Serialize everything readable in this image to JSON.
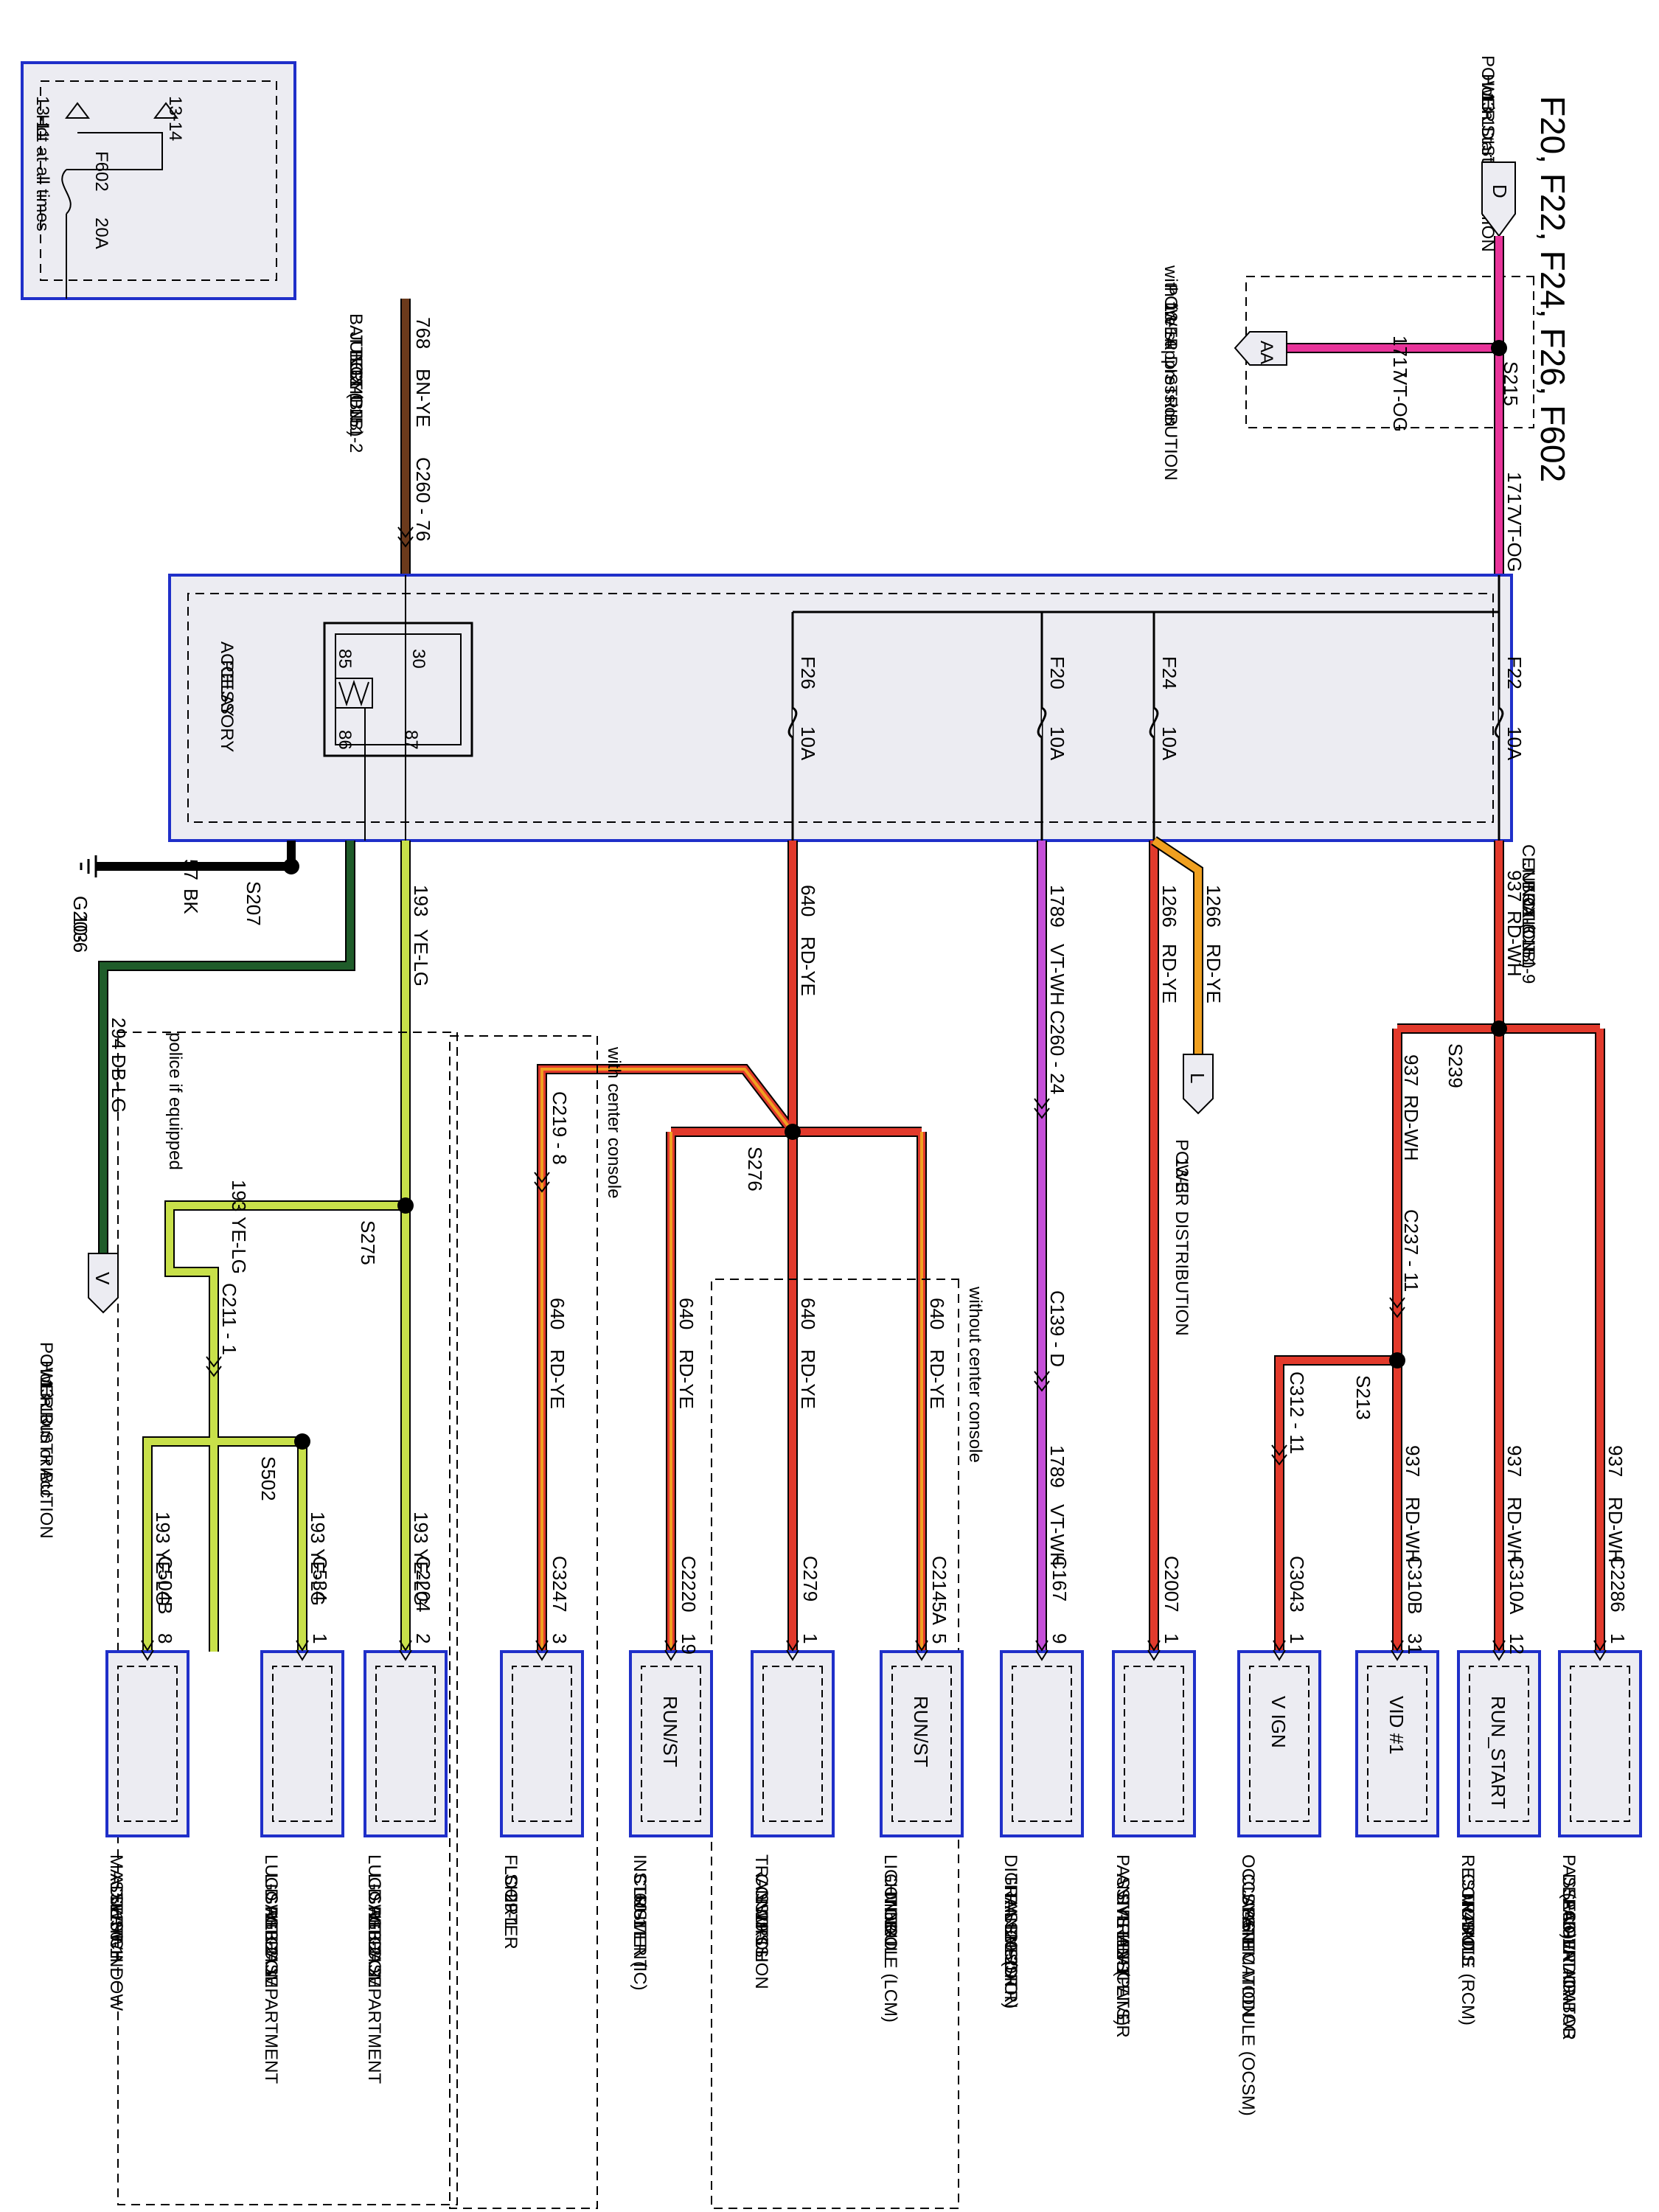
{
  "title": "F20, F22, F24, F26, F602",
  "colors": {
    "bn_ye": "#6b3a1c",
    "vt_og": "#e8349a",
    "rd_wh": "#e23a2c",
    "rd_ye": "#f0a020",
    "vt_wh": "#c54fd8",
    "ye_lg": "#c8e04a",
    "db_lg": "#1f5c2a",
    "bk": "#000000",
    "box_border": "#1f2fc9",
    "box_fill": "#ececf2"
  },
  "bjb": {
    "hot_label": "Hot at all times",
    "ref1": "13-11",
    "ref2": "13-14",
    "fuse": "F602",
    "amps": "20A",
    "name": [
      "BATTERY",
      "JUNCTION",
      "BOX (BJB)",
      "11-1    151-2"
    ]
  },
  "power_d": {
    "letter": "D",
    "text": [
      "POWER DISTRIBUTION",
      "Hot in Start or Run",
      "13-1"
    ]
  },
  "fire": {
    "text": [
      "with fire suppression",
      "POWER DISTRIBUTION",
      "13-14"
    ],
    "letter": "AA",
    "circuit": "1717",
    "color": "VT-OG",
    "splice": "S215"
  },
  "feed": {
    "circuit": "1717",
    "color": "VT-OG"
  },
  "bjb_wire": {
    "circuit": "768",
    "color": "BN-YE",
    "connector": "C260 - 76"
  },
  "cjb": {
    "name": [
      "CENTRAL",
      "JUNCTION",
      "BOX (CJB)",
      "11-3    151-9"
    ],
    "relay": [
      "ACCESSORY",
      "RELAY"
    ],
    "pins": [
      "30",
      "85",
      "86",
      "87"
    ],
    "fuses": [
      {
        "name": "F22",
        "amps": "10A"
      },
      {
        "name": "F24",
        "amps": "10A"
      },
      {
        "name": "F20",
        "amps": "10A"
      },
      {
        "name": "F26",
        "amps": "10A"
      }
    ]
  },
  "f22": {
    "circuit": "937",
    "color": "RD-WH",
    "splice1": "S239",
    "splice2": "S213",
    "conn1": "C237 - 11",
    "conn2": "C312 - 11"
  },
  "f24": {
    "circuit": "1266",
    "color": "RD-YE",
    "l_letter": "L",
    "l_text": [
      "POWER DISTRIBUTION",
      "13-3"
    ]
  },
  "f20": {
    "circuit": "1789",
    "color": "VT-WH",
    "conn1": "C260 - 24",
    "conn2": "C139 - D"
  },
  "f26": {
    "circuit": "640",
    "color": "RD-YE",
    "splice": "S276",
    "conn": "C219 - 8",
    "note_center": "with center console",
    "note_without": "without center console"
  },
  "relay_out": {
    "circuit": "193",
    "color": "YE-LG",
    "splice1": "S275",
    "splice2": "S502",
    "conn": "C211 - 1",
    "note": "police if equipped"
  },
  "ground": {
    "circuit": "57",
    "color": "BK",
    "splice": "S207",
    "g": "G203",
    "ref": "10-6"
  },
  "wire294": {
    "circuit": "294",
    "color": "DB-LG",
    "letter": "V",
    "text": [
      "POWER DISTRIBUTION",
      "Hot in Run or Acc",
      "13-13"
    ]
  },
  "modules": [
    {
      "pin": "1",
      "connector": "C2286",
      "inner": "",
      "name": [
        "PASSENGER AIR BAG",
        "DEACTIVATION",
        "(PAD) INDICATOR",
        "46-1"
      ]
    },
    {
      "pin": "12",
      "connector": "C310A",
      "inner": "RUN_START",
      "name": [
        "RESTRAINTS",
        "CONTROL",
        "MODULE (RCM)",
        "46-1"
      ]
    },
    {
      "pin": "31",
      "connector": "C310B",
      "inner": "VID #1",
      "name": []
    },
    {
      "pin": "1",
      "connector": "C3043",
      "inner": "V IGN",
      "name": [
        "OCCUPANT",
        "CLASSIFICATION",
        "SYSTEM MODULE (OCSM)",
        "46-1"
      ]
    },
    {
      "pin": "1",
      "connector": "C2007",
      "inner": "",
      "name": [
        "PASSIVE",
        "ANTI-THEFT",
        "SYSTEM (PATS)",
        "TRANSCEIVER",
        "112-1"
      ]
    },
    {
      "pin": "9",
      "connector": "C167",
      "inner": "",
      "name": [
        "DIGITAL",
        "TRANSMISSION",
        "RANGE (DTR)",
        "SENSOR",
        "29-2"
      ]
    },
    {
      "pin": "5",
      "connector": "C2145A",
      "inner": "RUN/ST",
      "name": [
        "LIGHTING",
        "CONTROL",
        "MODULE (LCM)",
        "58-1"
      ]
    },
    {
      "pin": "1",
      "connector": "C279",
      "inner": "",
      "name": [
        "TRANSMISSION",
        "CONTROL",
        "SWITCH",
        "29-1"
      ]
    },
    {
      "pin": "19",
      "connector": "C2220",
      "inner": "RUN/ST",
      "name": [
        "INSTRUMENT",
        "CLUSTER (IC)",
        "60-1"
      ]
    },
    {
      "pin": "3",
      "connector": "C3247",
      "inner": "",
      "name": [
        "FLOOR",
        "SHIFTER",
        "29-1"
      ]
    },
    {
      "pin": "2",
      "connector": "C2204",
      "inner": "",
      "name": [
        "LUGGAGE COMPARTMENT",
        "LID RELEASE",
        "SWITCH 2",
        "113-2"
      ]
    },
    {
      "pin": "1",
      "connector": "C534",
      "inner": "",
      "name": [
        "LUGGAGE COMPARTMENT",
        "LID RELEASE",
        "SWITCH 1",
        "113-2"
      ]
    },
    {
      "pin": "8",
      "connector": "C504B",
      "inner": "",
      "name": [
        "MASTER WINDOW",
        "ADJUST",
        "SWITCH",
        "100-1"
      ]
    }
  ]
}
